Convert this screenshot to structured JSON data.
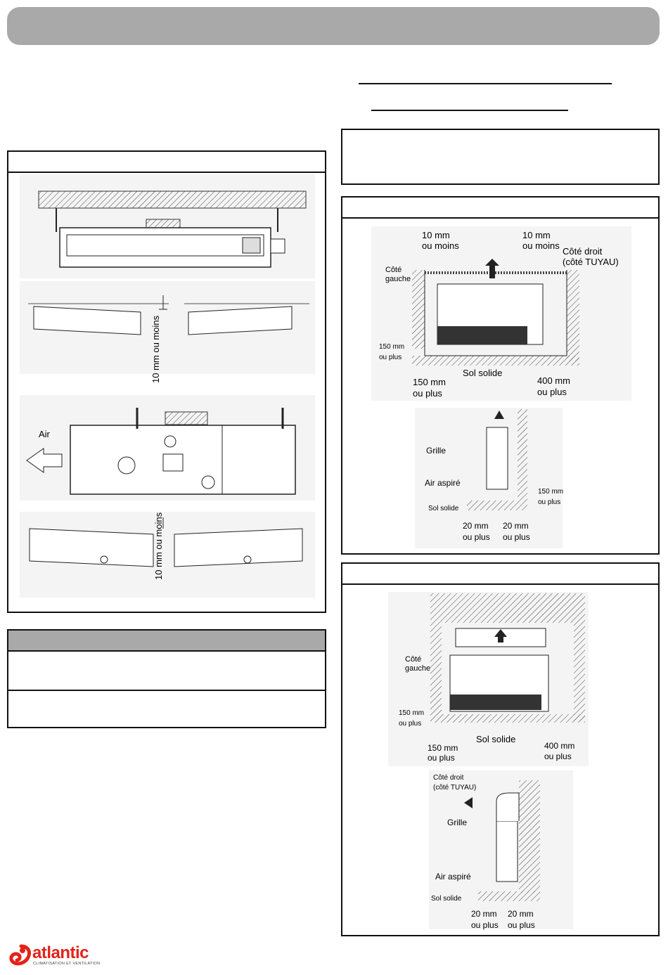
{
  "fig_left": {
    "label_10mm_1": "10 mm ou moins",
    "label_air": "Air",
    "label_10mm_2": "10 mm ou moins"
  },
  "fig_right_top": {
    "l_10mm_a_1": "10 mm",
    "l_10mm_a_2": "ou moins",
    "l_10mm_b_1": "10 mm",
    "l_10mm_b_2": "ou moins",
    "l_cote_droit_1": "Côté droit",
    "l_cote_droit_2": "(côté TUYAU)",
    "l_cote_gauche_1": "Côté",
    "l_cote_gauche_2": "gauche",
    "l_150_side_1": "150 mm",
    "l_150_side_2": "ou plus",
    "l_150_bot_1": "150 mm",
    "l_150_bot_2": "ou plus",
    "l_sol": "Sol solide",
    "l_400_1": "400 mm",
    "l_400_2": "ou plus",
    "l_grille": "Grille",
    "l_air_aspire": "Air aspiré",
    "l_150_r_1": "150 mm",
    "l_150_r_2": "ou plus",
    "l_sol_2": "Sol solide",
    "l_20a_1": "20 mm",
    "l_20a_2": "ou plus",
    "l_20b_1": "20 mm",
    "l_20b_2": "ou plus"
  },
  "fig_right_bottom": {
    "l_cote_gauche_1": "Côté",
    "l_cote_gauche_2": "gauche",
    "l_150_side_1": "150 mm",
    "l_150_side_2": "ou plus",
    "l_150_bot_1": "150 mm",
    "l_150_bot_2": "ou plus",
    "l_sol": "Sol solide",
    "l_400_1": "400 mm",
    "l_400_2": "ou plus",
    "l_cote_droit_1": "Côté droit",
    "l_cote_droit_2": "(côté TUYAU)",
    "l_grille": "Grille",
    "l_air_aspire": "Air aspiré",
    "l_sol_2": "Sol solide",
    "l_20a_1": "20 mm",
    "l_20a_2": "ou plus",
    "l_20b_1": "20 mm",
    "l_20b_2": "ou plus"
  },
  "logo": {
    "brand": "atlantic",
    "tagline": "CLIMATISATION ET VENTILATION",
    "brand_color": "#e2231a"
  }
}
